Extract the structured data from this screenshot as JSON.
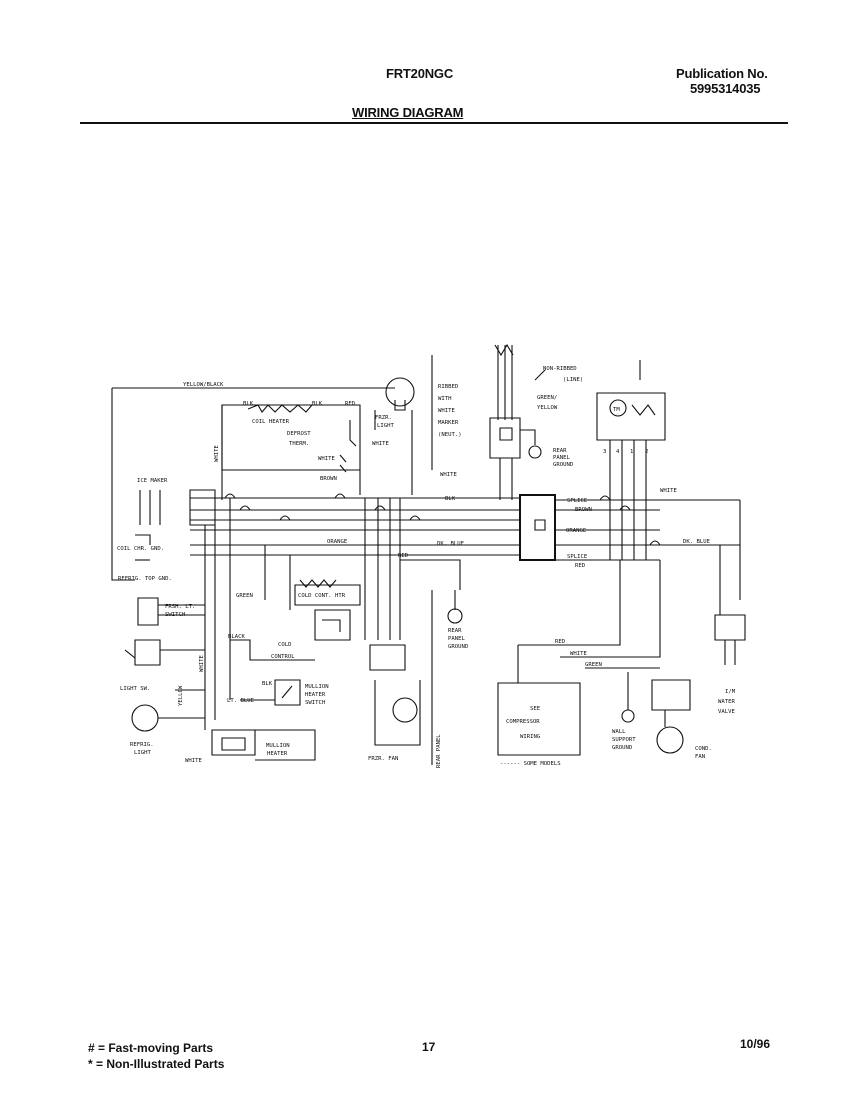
{
  "header": {
    "model": "FRT20NGC",
    "publication_label": "Publication No.",
    "publication_number": "5995314035",
    "title": "WIRING DIAGRAM"
  },
  "footer": {
    "legend_fast": "# = Fast-moving Parts",
    "legend_non": "* = Non-Illustrated Parts",
    "page_number": "17",
    "date": "10/96"
  },
  "diagram": {
    "yellow_black": "YELLOW/BLACK",
    "blk_1": "BLK",
    "blk_2": "BLK",
    "red_1": "RED",
    "coil_heater": "COIL HEATER",
    "defrost": "DEFROST",
    "therm": "THERM.",
    "white_1": "WHITE",
    "white_2": "WHITE",
    "white_3": "WHITE",
    "white_4": "WHITE",
    "brown_1": "BROWN",
    "frzr": "FRZR.",
    "light_1": "LIGHT",
    "ribbed": "RIBBED",
    "with": "WITH",
    "white_word": "WHITE",
    "marker": "MARKER",
    "neut": "(NEUT.)",
    "non_ribbed": "NON-RIBBED",
    "line": "(LINE)",
    "green_yellow_1": "GREEN/",
    "green_yellow_2": "YELLOW",
    "rear_1": "REAR",
    "panel_1": "PANEL",
    "ground_1": "GROUND",
    "tm": "TM",
    "t3": "3",
    "t4": "4",
    "t1": "1",
    "t2": "2",
    "ice_maker": "ICE MAKER",
    "blk_3": "BLK",
    "splice_1": "SPLICE",
    "brown_2": "BROWN",
    "white_5": "WHITE",
    "coil_chr": "COIL CHR. GND.",
    "orange_1": "ORANGE",
    "orange_2": "ORANGE",
    "dk_blue_1": "DK. BLUE",
    "dk_blue_2": "DK. BLUE",
    "refrig_top": "REFRIG. TOP GND.",
    "red_2": "RED",
    "splice_2": "SPLICE",
    "red_3": "RED",
    "green_1": "GREEN",
    "cold_cont": "COLD CONT. HTR",
    "frsh_1": "FRSH. LT.",
    "frsh_2": "SWITCH",
    "rear_2": "REAR",
    "panel_2": "PANEL",
    "ground_2": "GROUND",
    "black_1": "BLACK",
    "cold_1": "COLD",
    "control_1": "CONTROL",
    "red_4": "RED",
    "white_6": "WHITE",
    "green_2": "GREEN",
    "white_7": "WHITE",
    "yellow_1": "YELLOW",
    "blk_4": "BLK",
    "light_sw": "LIGHT SW.",
    "lt_blue": "LT. BLUE",
    "mullion_sw_1": "MULLION",
    "mullion_sw_2": "HEATER",
    "mullion_sw_3": "SWITCH",
    "see": "SEE",
    "compressor": "COMPRESSOR",
    "wiring": "WIRING",
    "wall_1": "WALL",
    "wall_2": "SUPPORT",
    "wall_3": "GROUND",
    "im_1": "I/M",
    "im_2": "WATER",
    "im_3": "VALVE",
    "refrig_1": "REFRIG.",
    "refrig_2": "LIGHT",
    "mullion_1": "MULLION",
    "mullion_2": "HEATER",
    "white_8": "WHITE",
    "frzr_fan": "FRZR. FAN",
    "rear_panel": "REAR PANEL",
    "some_models": "------ SOME MODELS",
    "cond_1": "COND.",
    "cond_2": "FAN"
  }
}
